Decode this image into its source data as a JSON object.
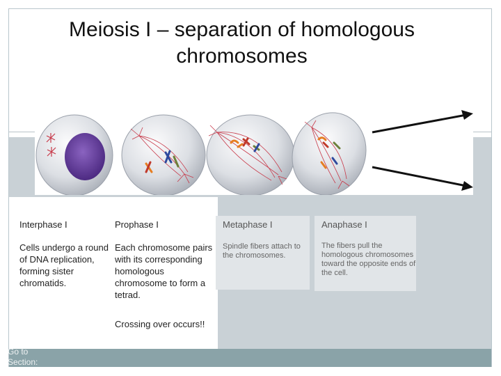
{
  "title": "Meiosis I – separation of homologous chromosomes",
  "phases": [
    {
      "name": "Interphase I",
      "description": "Cells undergo a round of DNA replication, forming sister chromatids."
    },
    {
      "name": "Prophase I",
      "description": "Each chromosome pairs with its corresponding homologous chromosome to form a tetrad.",
      "note": "Crossing over occurs!!"
    },
    {
      "name": "Metaphase I",
      "description": "Spindle fibers attach to the chromosomes."
    },
    {
      "name": "Anaphase I",
      "description": "The fibers pull the homologous chromosomes toward the opposite ends of the cell."
    }
  ],
  "footer": {
    "goto_label": "Go to Section:"
  },
  "colors": {
    "band": "#c9d1d6",
    "box": "#e1e5e8",
    "footer": "#8aa3a8",
    "nucleus": "#6a3f9b",
    "spindle": "#c83a4a"
  }
}
